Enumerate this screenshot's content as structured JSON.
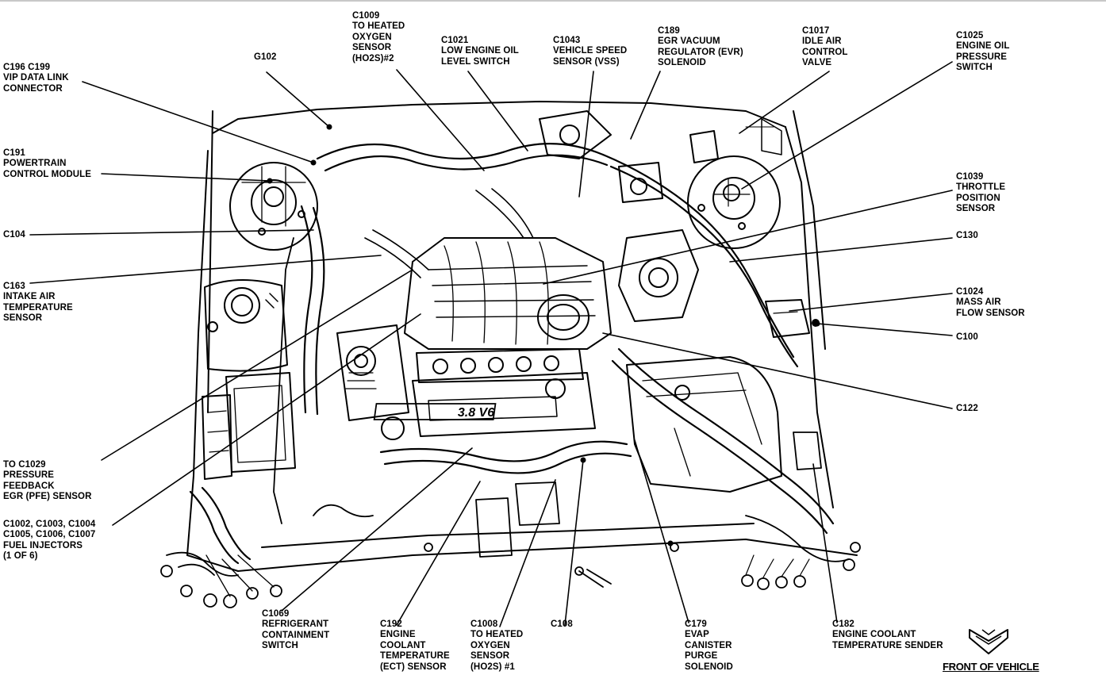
{
  "labels": {
    "c196": "C196 C199\nVIP DATA LINK\nCONNECTOR",
    "g102": "G102",
    "c1009": "C1009\nTO HEATED\nOXYGEN\nSENSOR\n(HO2S)#2",
    "c1021": "C1021\nLOW ENGINE OIL\nLEVEL SWITCH",
    "c1043": "C1043\nVEHICLE SPEED\nSENSOR (VSS)",
    "c189": "C189\nEGR VACUUM\nREGULATOR (EVR)\nSOLENOID",
    "c1017": "C1017\nIDLE AIR\nCONTROL\nVALVE",
    "c1025": "C1025\nENGINE OIL\nPRESSURE\nSWITCH",
    "c191": "C191\nPOWERTRAIN\nCONTROL MODULE",
    "c1039": "C1039\nTHROTTLE\nPOSITION\nSENSOR",
    "c104": "C104",
    "c130": "C130",
    "c163": "C163\nINTAKE AIR\nTEMPERATURE\nSENSOR",
    "c1024": "C1024\nMASS AIR\nFLOW SENSOR",
    "c100": "C100",
    "c122": "C122",
    "c1029": "TO C1029\nPRESSURE\nFEEDBACK\nEGR (PFE) SENSOR",
    "injectors": "C1002, C1003, C1004\nC1005, C1006, C1007\nFUEL INJECTORS\n(1 OF 6)",
    "c1069": "C1069\nREFRIGERANT\nCONTAINMENT\nSWITCH",
    "c192": "C192\nENGINE\nCOOLANT\nTEMPERATURE\n(ECT) SENSOR",
    "c1008": "C1008\nTO HEATED\nOXYGEN\nSENSOR\n(HO2S) #1",
    "c108": "C108",
    "c179": "C179\nEVAP\nCANISTER\nPURGE\nSOLENOID",
    "c182": "C182\nENGINE COOLANT\nTEMPERATURE SENDER"
  },
  "engine_badge": "3.8 V6",
  "front_label": "FRONT OF VEHICLE",
  "icons": {
    "front_arrow": "front-direction-arrow-icon"
  },
  "colors": {
    "ink": "#000000",
    "paper": "#ffffff"
  }
}
